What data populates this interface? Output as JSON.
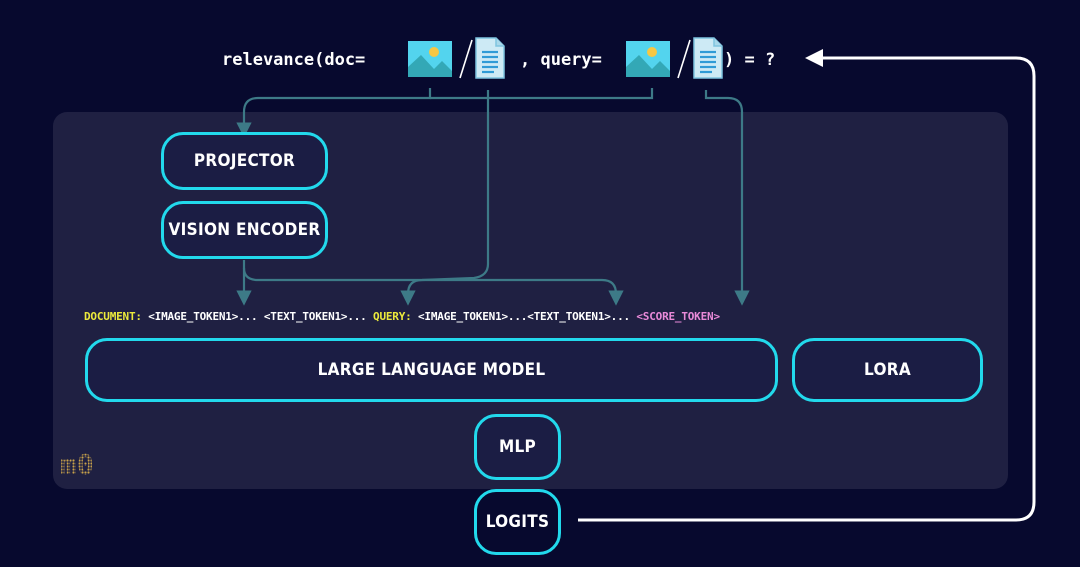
{
  "formula": {
    "prefix": "relevance(doc=",
    "middle": ", query=",
    "suffix": ") = ?"
  },
  "boxes": {
    "projector": "PROJECTOR",
    "vision_encoder": "VISION ENCODER",
    "llm": "LARGE LANGUAGE MODEL",
    "lora": "LORA",
    "mlp": "MLP",
    "logits": "LOGITS"
  },
  "tokens": {
    "document_label": "DOCUMENT:",
    "doc_image": " <IMAGE_TOKEN1>... ",
    "doc_text": "<TEXT_TOKEN1>... ",
    "query_label": "QUERY:",
    "query_image": " <IMAGE_TOKEN1>...",
    "query_text": "<TEXT_TOKEN1>... ",
    "score": "<SCORE_TOKEN>"
  },
  "logo": {
    "text": "m0"
  },
  "colors": {
    "background": "#07092e",
    "panel": "#1f2042",
    "box_border": "#22d9ec",
    "arrow": "#3d7a87",
    "highlight_yellow": "#ecea3c",
    "highlight_pink": "#e98ad9"
  },
  "icons": [
    "image-icon",
    "document-icon",
    "slash-icon",
    "arrow-head-icon"
  ]
}
